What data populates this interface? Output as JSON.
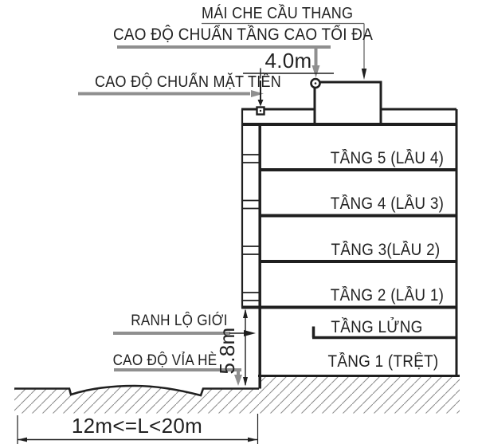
{
  "colors": {
    "background": "#ffffff",
    "line": "#1f1f1f",
    "leader": "#8f8f8f",
    "text": "#222222"
  },
  "annotations": {
    "stair_roof_cover": "MÁI CHE CẦU THANG",
    "max_height_standard": "CAO ĐỘ CHUẨN TẦNG CAO TỐI ĐA",
    "facade_height_standard": "CAO ĐỘ CHUẨN MẶT TIỀN",
    "road_boundary": "RANH LỘ GIỚI",
    "sidewalk_level": "CAO ĐỘ VỈA HÈ"
  },
  "dimensions": {
    "stair_cover_setback": "4.0m",
    "facade_height": "5.8m",
    "road_width_range": "12m<=L<20m"
  },
  "floors": [
    {
      "label": "TẦNG 5 (LẦU 4)"
    },
    {
      "label": "TẦNG 4 (LẦU 3)"
    },
    {
      "label": "TẦNG 3(LẦU 2)"
    },
    {
      "label": "TẦNG 2 (LẦU 1)"
    },
    {
      "label": "TẦNG LỬNG"
    },
    {
      "label": "TẦNG 1 (TRỆT)"
    }
  ]
}
